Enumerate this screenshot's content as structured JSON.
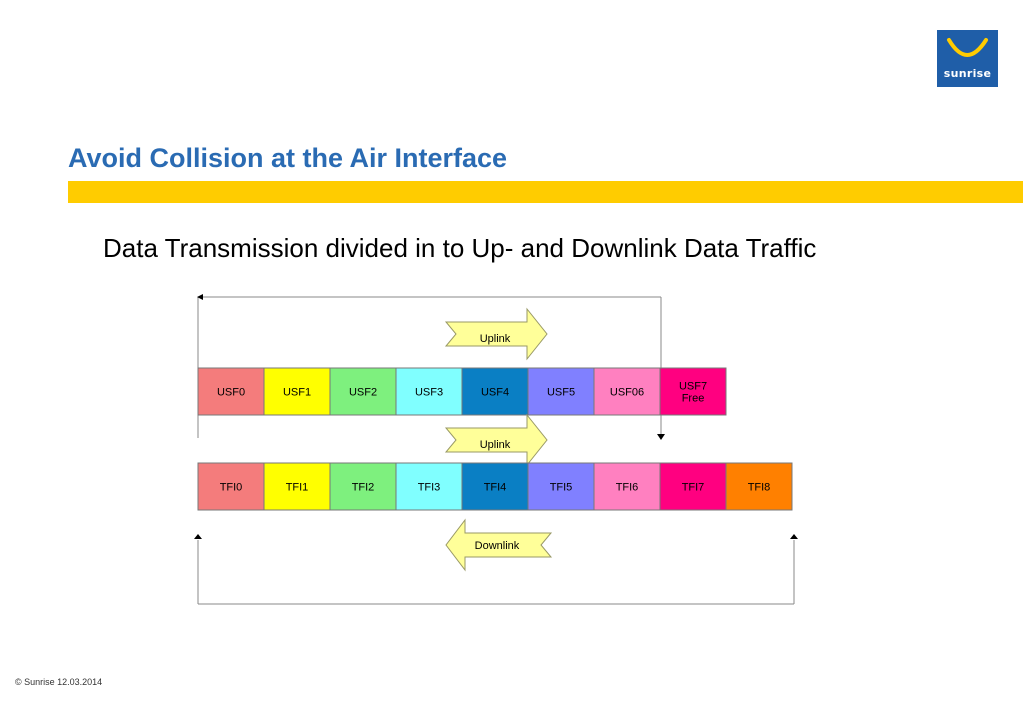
{
  "slide": {
    "title": "Avoid Collision at the Air Interface",
    "subtitle": "Data Transmission divided in to Up- and Downlink Data Traffic",
    "footer": "© Sunrise 12.03.2014",
    "logo_text": "sunrise"
  },
  "diagram": {
    "arrows": {
      "uplink_top": "Uplink",
      "uplink_mid": "Uplink",
      "downlink": "Downlink"
    },
    "usf_cells": [
      {
        "label": "USF0",
        "color": "#f47c7c"
      },
      {
        "label": "USF1",
        "color": "#ffff00"
      },
      {
        "label": "USF2",
        "color": "#7ef07e"
      },
      {
        "label": "USF3",
        "color": "#80ffff"
      },
      {
        "label": "USF4",
        "color": "#0a7fc4"
      },
      {
        "label": "USF5",
        "color": "#8080ff"
      },
      {
        "label": "USF06",
        "color": "#ff80c0"
      },
      {
        "label": "USF7\nFree",
        "color": "#ff0080"
      }
    ],
    "tfi_cells": [
      {
        "label": "TFI0",
        "color": "#f47c7c"
      },
      {
        "label": "TFI1",
        "color": "#ffff00"
      },
      {
        "label": "TFI2",
        "color": "#7ef07e"
      },
      {
        "label": "TFI3",
        "color": "#80ffff"
      },
      {
        "label": "TFI4",
        "color": "#0a7fc4"
      },
      {
        "label": "TFI5",
        "color": "#8080ff"
      },
      {
        "label": "TFI6",
        "color": "#ff80c0"
      },
      {
        "label": "TFI7",
        "color": "#ff0080"
      },
      {
        "label": "TFI8",
        "color": "#ff8000"
      }
    ],
    "arrow_fill": "#ffff99",
    "line_color": "#888888"
  }
}
